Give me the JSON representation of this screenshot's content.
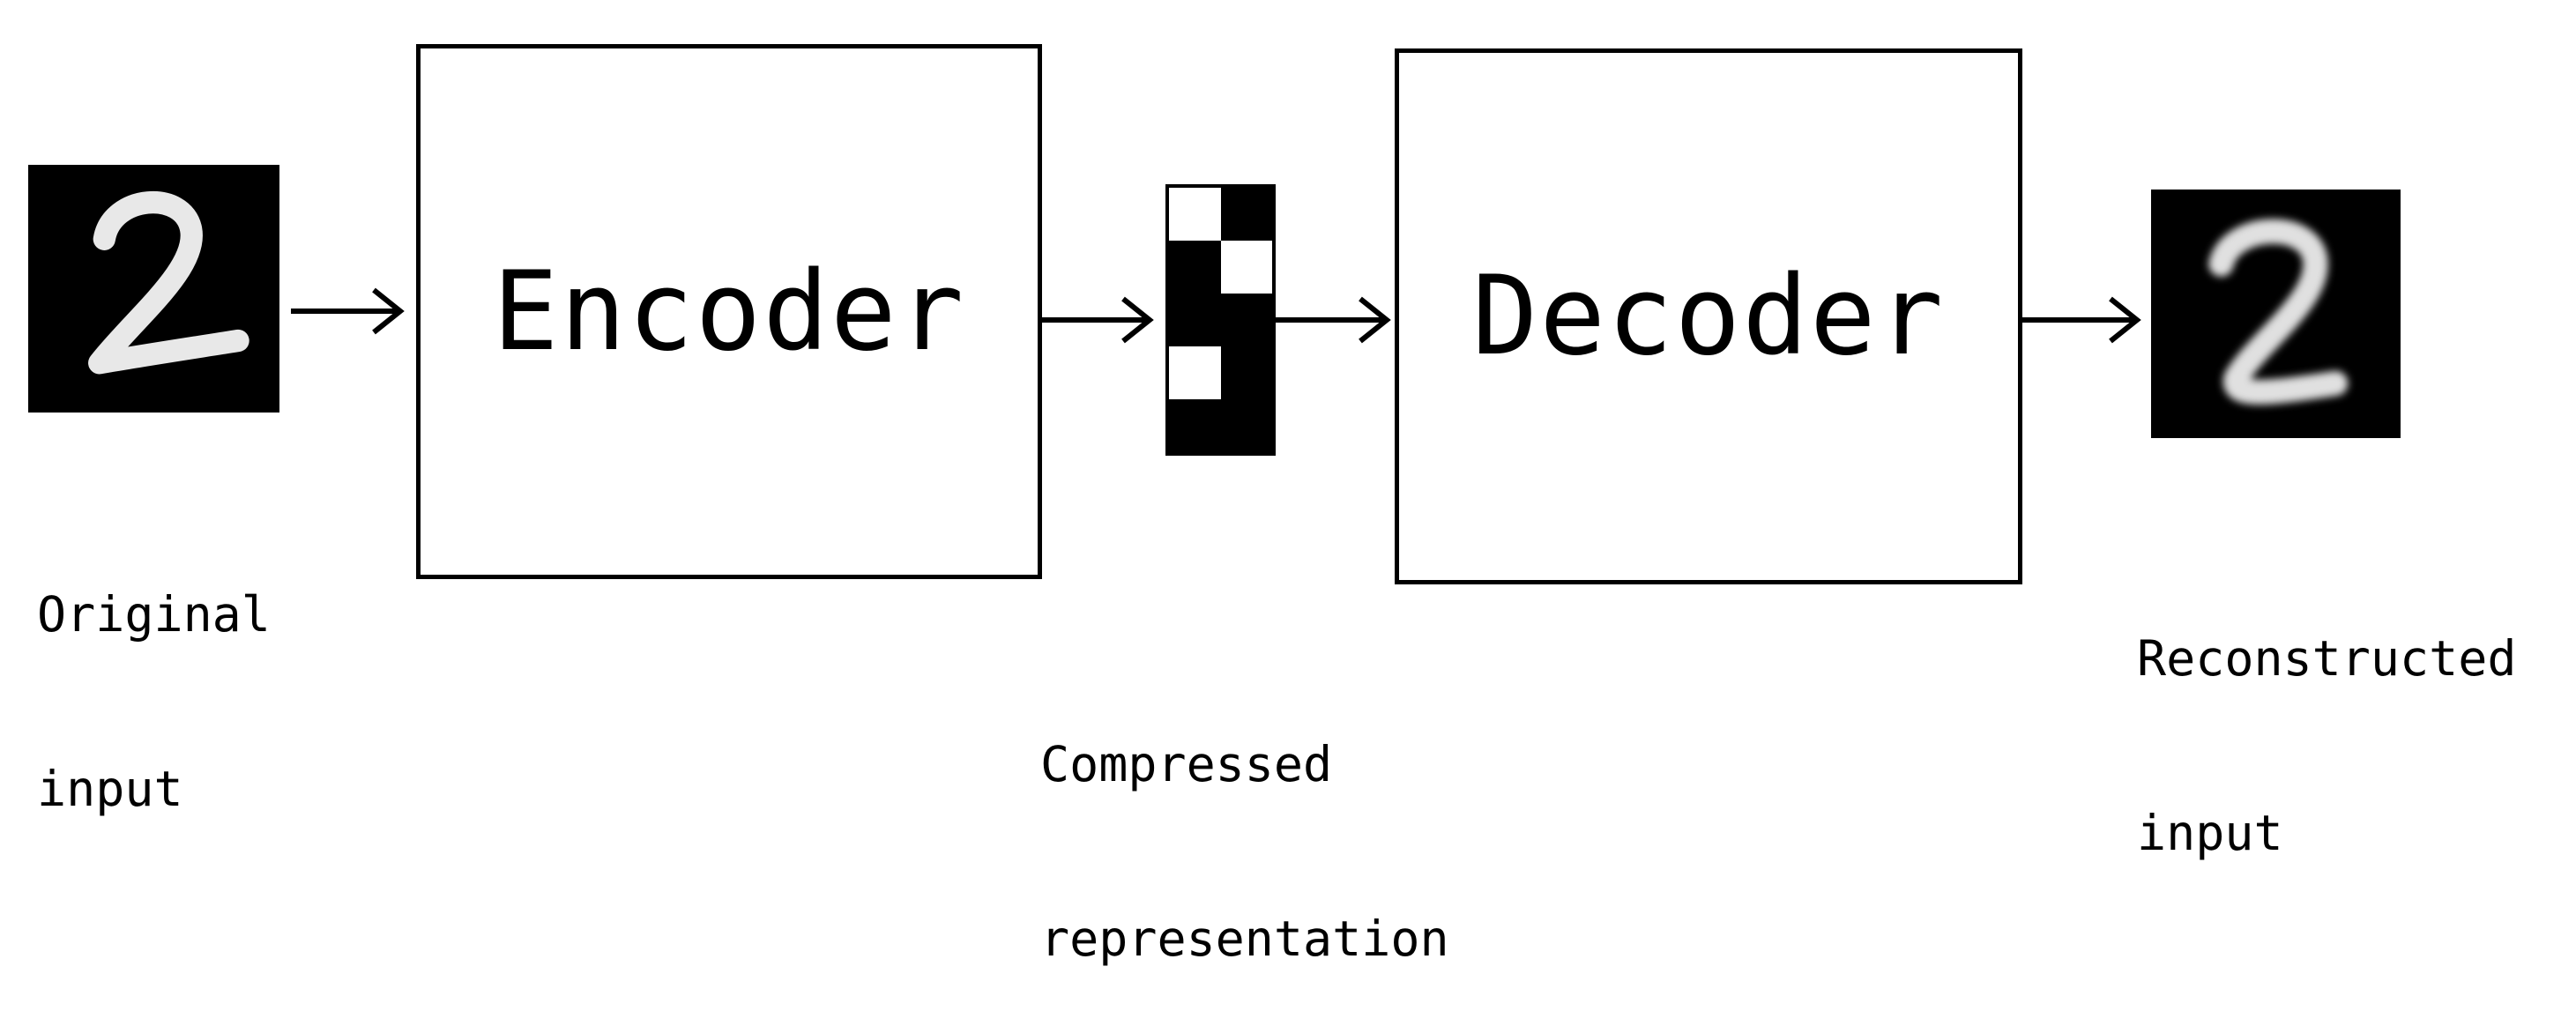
{
  "inputs": {
    "original_label_line1": "Original",
    "original_label_line2": "input",
    "reconstructed_label_line1": "Reconstructed",
    "reconstructed_label_line2": "input"
  },
  "blocks": {
    "encoder_label": "Encoder",
    "decoder_label": "Decoder"
  },
  "code": {
    "label_line1": "Compressed",
    "label_line2": "representation",
    "cells": [
      [
        "white",
        "black"
      ],
      [
        "black",
        "white"
      ],
      [
        "black",
        "black"
      ],
      [
        "white",
        "black"
      ],
      [
        "black",
        "black"
      ]
    ]
  },
  "colors": {
    "ink": "#000000",
    "paper": "#ffffff",
    "digit_stroke": "#e8e8e8"
  }
}
